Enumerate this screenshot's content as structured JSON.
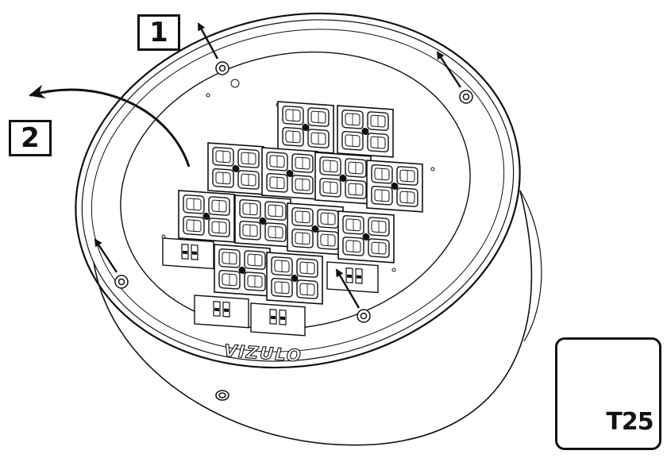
{
  "steps": [
    {
      "number": "1"
    },
    {
      "number": "2"
    }
  ],
  "product": {
    "brand": "VIZULO"
  },
  "tool": {
    "size_label": "T25",
    "icons": [
      "screwdriver-icon",
      "torx-star-icon"
    ]
  },
  "colors": {
    "line": "#111111",
    "background": "#ffffff"
  }
}
